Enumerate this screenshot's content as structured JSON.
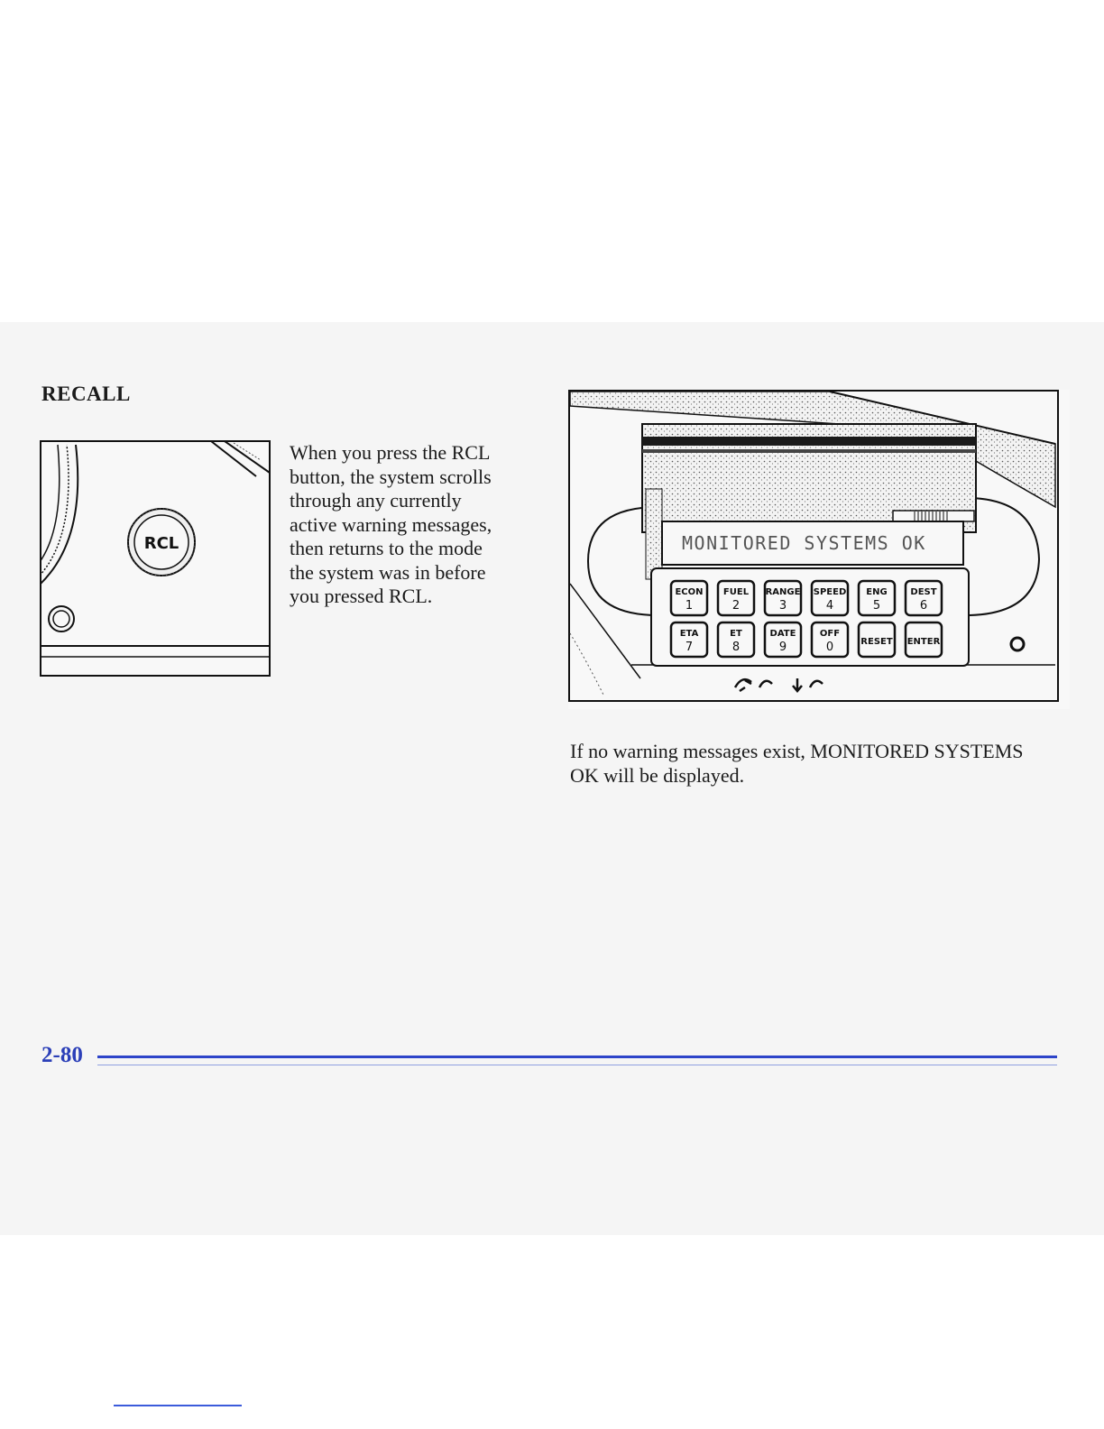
{
  "section": {
    "heading": "RECALL",
    "paragraph_left": "When you press the RCL button, the system scrolls through any currently active warning messages, then returns to the mode the system was in before you pressed RCL.",
    "paragraph_right": "If no warning messages exist, MONITORED SYSTEMS OK will be displayed."
  },
  "figure_rcl": {
    "button_label": "RCL"
  },
  "figure_console": {
    "display_text": "MONITORED SYSTEMS OK",
    "keys": [
      {
        "label": "ECON",
        "number": "1"
      },
      {
        "label": "FUEL",
        "number": "2"
      },
      {
        "label": "RANGE",
        "number": "3"
      },
      {
        "label": "SPEED",
        "number": "4"
      },
      {
        "label": "ENG",
        "number": "5"
      },
      {
        "label": "DEST",
        "number": "6"
      },
      {
        "label": "ETA",
        "number": "7"
      },
      {
        "label": "ET",
        "number": "8"
      },
      {
        "label": "DATE",
        "number": "9"
      },
      {
        "label": "OFF",
        "number": "0"
      },
      {
        "label": "RESET",
        "number": ""
      },
      {
        "label": "ENTER",
        "number": ""
      }
    ]
  },
  "footer": {
    "page_number": "2-80"
  }
}
